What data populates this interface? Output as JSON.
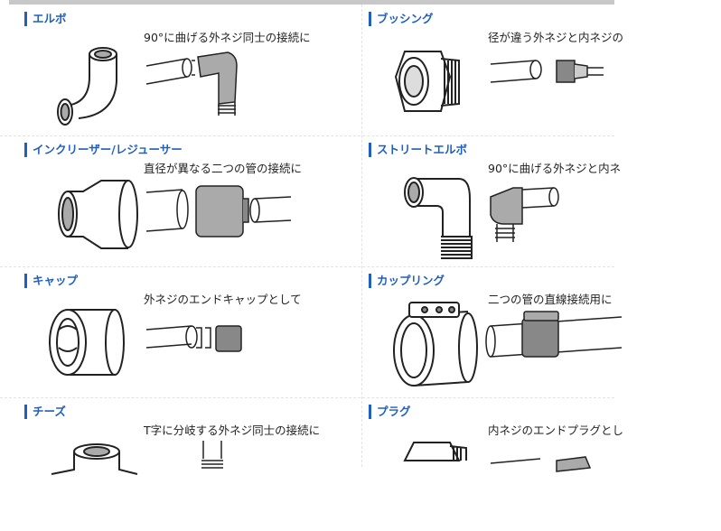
{
  "items": [
    {
      "title": "エルボ",
      "desc": "90°に曲げる外ネジ同士の接続に"
    },
    {
      "title": "ブッシング",
      "desc": "径が違う外ネジと内ネジの"
    },
    {
      "title": "インクリーザー/レジューサー",
      "desc": "直径が異なる二つの管の接続に"
    },
    {
      "title": "ストリートエルボ",
      "desc": "90°に曲げる外ネジと内ネ"
    },
    {
      "title": "キャップ",
      "desc": "外ネジのエンドキャップとして"
    },
    {
      "title": "カップリング",
      "desc": "二つの管の直線接続用に"
    },
    {
      "title": "チーズ",
      "desc": "T字に分岐する外ネジ同士の接続に"
    },
    {
      "title": "プラグ",
      "desc": "内ネジのエンドプラグとし"
    }
  ]
}
